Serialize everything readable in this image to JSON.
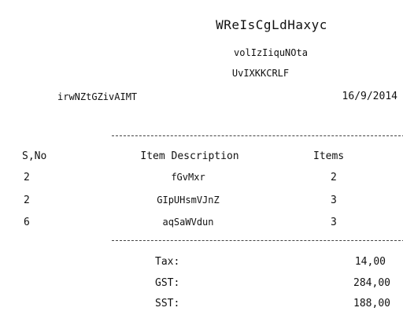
{
  "store": {
    "name": "WReIsCgLdHaxyc",
    "address_line_1": "volIzIiquNOta",
    "address_line_2": "UvIXKKCRLF"
  },
  "meta": {
    "reference": "irwNZtGZivAIMT",
    "date": "16/9/2014"
  },
  "table": {
    "headers": {
      "sno": "S,No",
      "description": "Item Description",
      "items": "Items"
    },
    "rows": [
      {
        "sno": "2",
        "description": "fGvMxr",
        "items": "2"
      },
      {
        "sno": "2",
        "description": "GIpUHsmVJnZ",
        "items": "3"
      },
      {
        "sno": "6",
        "description": "aqSaWVdun",
        "items": "3"
      }
    ]
  },
  "totals": [
    {
      "label": "Tax:",
      "value": "14,00"
    },
    {
      "label": "GST:",
      "value": "284,00"
    },
    {
      "label": "SST:",
      "value": "188,00"
    }
  ]
}
